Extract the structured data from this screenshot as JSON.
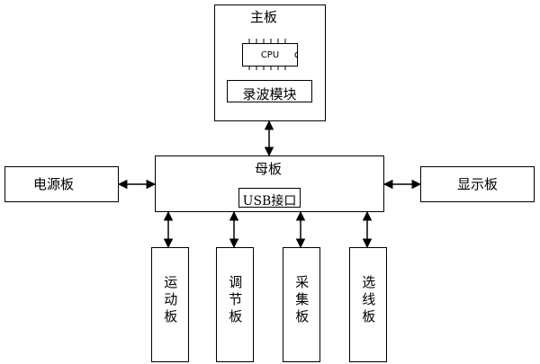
{
  "mainboard": {
    "title": "主板",
    "cpu_label": "CPU",
    "recorder_label": "录波模块"
  },
  "motherboard": {
    "title": "母板",
    "usb_label": "USB接口"
  },
  "side_boards": {
    "power": "电源板",
    "display": "显示板"
  },
  "bottom_boards": [
    {
      "label": "运动板"
    },
    {
      "label": "调节板"
    },
    {
      "label": "采集板"
    },
    {
      "label": "选线板"
    }
  ]
}
